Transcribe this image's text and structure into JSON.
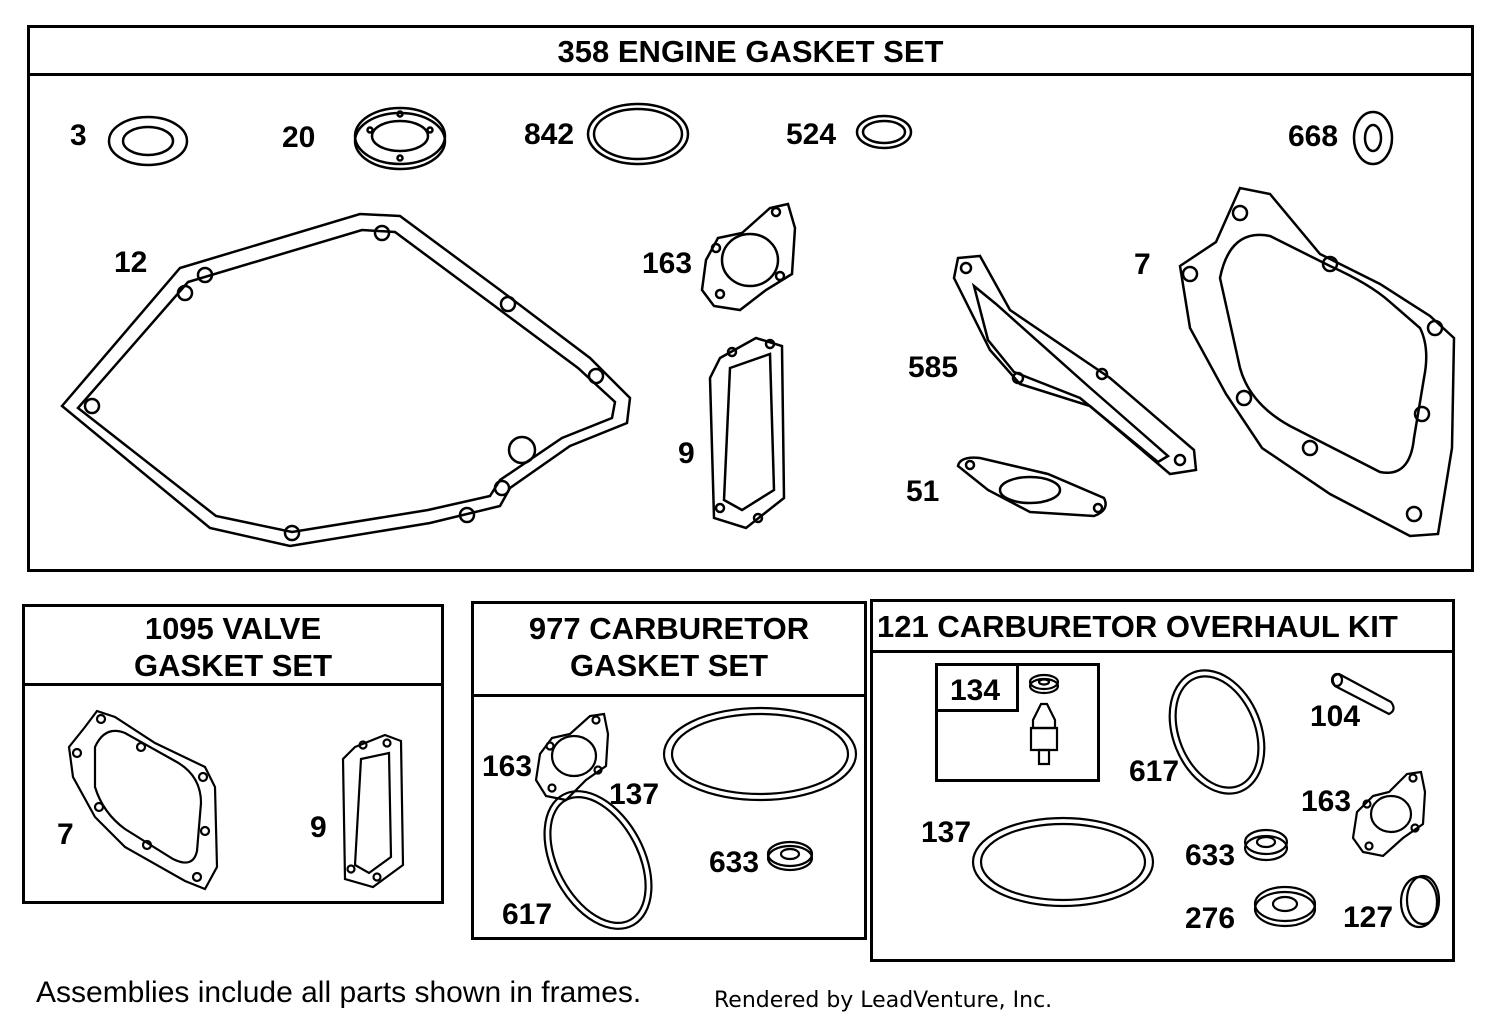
{
  "frames": {
    "engine": {
      "title": "358 ENGINE GASKET SET"
    },
    "valve": {
      "title": "1095 VALVE\nGASKET SET"
    },
    "carb": {
      "title": "977 CARBURETOR\nGASKET SET"
    },
    "overhaul": {
      "title": "121 CARBURETOR OVERHAUL KIT"
    }
  },
  "parts": {
    "engine": [
      "3",
      "20",
      "842",
      "524",
      "668",
      "12",
      "163",
      "7",
      "585",
      "9",
      "51"
    ],
    "valve": [
      "7",
      "9"
    ],
    "carb": [
      "163",
      "137",
      "617",
      "633"
    ],
    "overhaul": [
      "134",
      "104",
      "617",
      "163",
      "137",
      "633",
      "276",
      "127"
    ]
  },
  "footer": {
    "note": "Assemblies include all parts shown in frames.",
    "credit": "Rendered by LeadVenture, Inc."
  }
}
